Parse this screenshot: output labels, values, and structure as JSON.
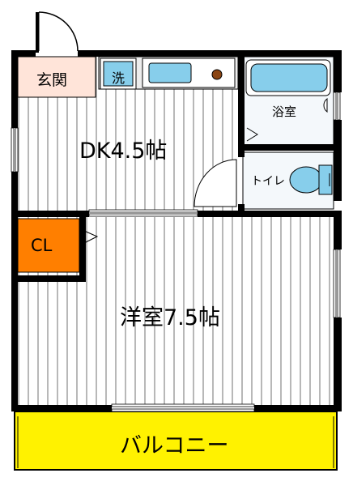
{
  "rooms": {
    "entrance": "玄関",
    "washer": "洗",
    "bath": "浴室",
    "toilet": "トイレ",
    "dk": "DK4.5帖",
    "closet": "CL",
    "western_room": "洋室7.5帖",
    "balcony": "バルコニー"
  },
  "colors": {
    "wall": "#000000",
    "fixture": "#87CEEB",
    "entrance_fill": "#FFE4D9",
    "closet_fill": "#FF7F00",
    "balcony_fill": "#FFF200",
    "floor_line": "#707070",
    "light_fill": "#F8F8F8"
  }
}
